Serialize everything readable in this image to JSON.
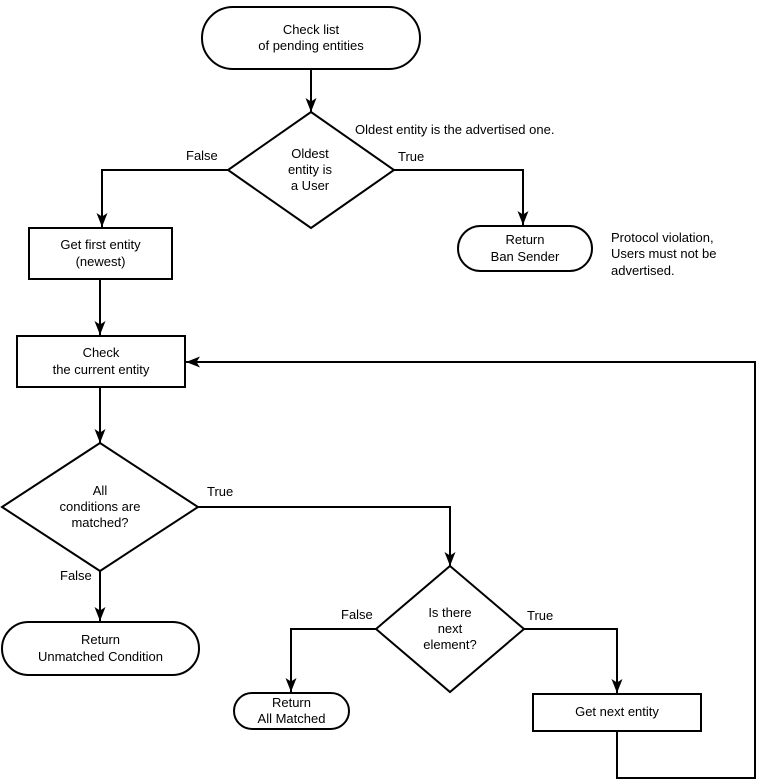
{
  "canvas": {
    "background": "#ffffff",
    "stroke": "#000000"
  },
  "nodes": {
    "start": {
      "label": "Check list\nof pending entities",
      "shape": "stadium"
    },
    "oldest_user": {
      "label": "Oldest\nentity is\na User",
      "shape": "diamond"
    },
    "ban_sender": {
      "label": "Return\nBan Sender",
      "shape": "stadium"
    },
    "get_first": {
      "label": "Get first entity\n(newest)",
      "shape": "rect"
    },
    "check_current": {
      "label": "Check\nthe current entity",
      "shape": "rect"
    },
    "all_conditions": {
      "label": "All\nconditions are\nmatched?",
      "shape": "diamond"
    },
    "return_unmatched": {
      "label": "Return\nUnmatched Condition",
      "shape": "stadium"
    },
    "next_element": {
      "label": "Is there\nnext\nelement?",
      "shape": "diamond"
    },
    "return_all_matched": {
      "label": "Return\nAll Matched",
      "shape": "stadium"
    },
    "get_next": {
      "label": "Get next entity",
      "shape": "rect"
    }
  },
  "edge_labels": {
    "oldest_user_false": "False",
    "oldest_user_true": "True",
    "all_conditions_true": "True",
    "all_conditions_false": "False",
    "next_element_false": "False",
    "next_element_true": "True"
  },
  "annotations": {
    "advertised_note": "Oldest entity is the advertised one.",
    "protocol_note": "Protocol violation,\nUsers must not be advertised."
  }
}
